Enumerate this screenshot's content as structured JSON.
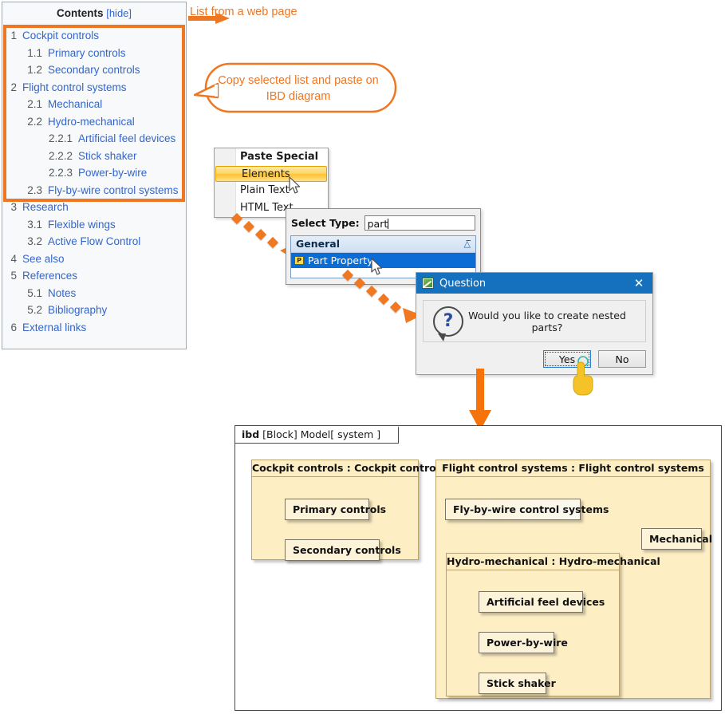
{
  "toc": {
    "title": "Contents",
    "hide_label": "[hide]",
    "items": [
      {
        "num": "1",
        "label": "Cockpit controls",
        "level": 1
      },
      {
        "num": "1.1",
        "label": "Primary controls",
        "level": 2
      },
      {
        "num": "1.2",
        "label": "Secondary controls",
        "level": 2
      },
      {
        "num": "2",
        "label": "Flight control systems",
        "level": 1
      },
      {
        "num": "2.1",
        "label": "Mechanical",
        "level": 2
      },
      {
        "num": "2.2",
        "label": "Hydro-mechanical",
        "level": 2
      },
      {
        "num": "2.2.1",
        "label": "Artificial feel devices",
        "level": 3
      },
      {
        "num": "2.2.2",
        "label": "Stick shaker",
        "level": 3
      },
      {
        "num": "2.2.3",
        "label": "Power-by-wire",
        "level": 3
      },
      {
        "num": "2.3",
        "label": "Fly-by-wire control systems",
        "level": 2
      },
      {
        "num": "3",
        "label": "Research",
        "level": 1
      },
      {
        "num": "3.1",
        "label": "Flexible wings",
        "level": 2
      },
      {
        "num": "3.2",
        "label": "Active Flow Control",
        "level": 2
      },
      {
        "num": "4",
        "label": "See also",
        "level": 1
      },
      {
        "num": "5",
        "label": "References",
        "level": 1
      },
      {
        "num": "5.1",
        "label": "Notes",
        "level": 2
      },
      {
        "num": "5.2",
        "label": "Bibliography",
        "level": 2
      },
      {
        "num": "6",
        "label": "External links",
        "level": 1
      }
    ]
  },
  "annotations": {
    "accent_color": "#ef7622",
    "list_label": "List from a web page",
    "callout_text": "Copy selected list and paste on IBD diagram"
  },
  "paste_menu": {
    "header": "Paste Special",
    "items": [
      {
        "label": "Elements",
        "selected": true
      },
      {
        "label": "Plain Text",
        "selected": false
      },
      {
        "label": "HTML Text",
        "selected": false
      }
    ]
  },
  "select_type_dialog": {
    "label": "Select Type:",
    "input_value": "part",
    "group": "General",
    "collapse_icon": "chevron-up-icon",
    "item": {
      "label": "Part Property",
      "icon_letter": "P",
      "selected": true
    }
  },
  "question_dialog": {
    "title": "Question",
    "app_icon": "magicdraw-icon",
    "close_icon": "✕",
    "question_icon": "?",
    "message": "Would you like to create nested parts?",
    "buttons": [
      {
        "label": "Yes",
        "default": true
      },
      {
        "label": "No",
        "default": false
      }
    ]
  },
  "ibd": {
    "frame_kind": "ibd",
    "frame_type": "[Block] Model",
    "frame_name": "[ system ]",
    "parts": [
      {
        "header": "Cockpit controls : Cockpit controls",
        "children": [
          {
            "label": "Primary controls"
          },
          {
            "label": "Secondary controls"
          }
        ]
      },
      {
        "header": "Flight control systems : Flight control systems",
        "children": [
          {
            "label": "Fly-by-wire control systems"
          },
          {
            "label": "Mechanical"
          }
        ],
        "nested": {
          "header": "Hydro-mechanical : Hydro-mechanical",
          "children": [
            {
              "label": "Artificial feel devices"
            },
            {
              "label": "Power-by-wire"
            },
            {
              "label": "Stick shaker"
            }
          ]
        }
      }
    ]
  }
}
